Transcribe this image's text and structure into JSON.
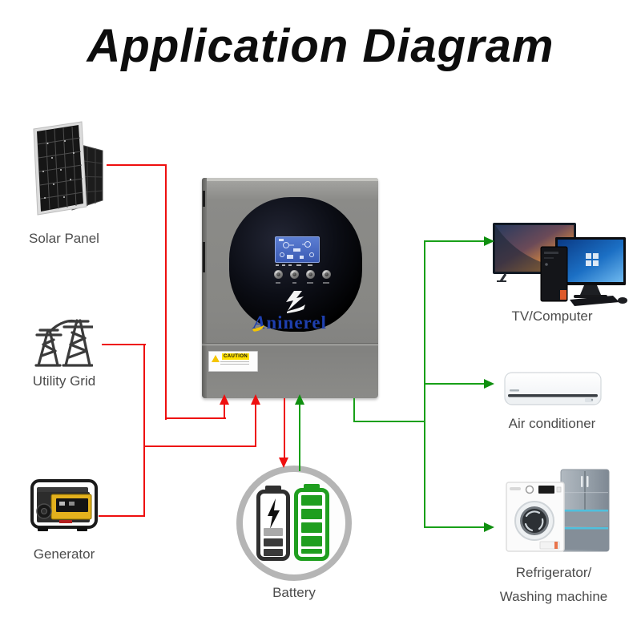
{
  "title": "Application Diagram",
  "sources": [
    {
      "id": "solar-panel",
      "label": "Solar Panel"
    },
    {
      "id": "utility-grid",
      "label": "Utility Grid"
    },
    {
      "id": "generator",
      "label": "Generator"
    }
  ],
  "inverter": {
    "brand_first_letter": "A",
    "brand_rest": "ninerel",
    "caution": "CAUTION"
  },
  "battery": {
    "label": "Battery"
  },
  "loads": [
    {
      "id": "tv-computer",
      "label": "TV/Computer"
    },
    {
      "id": "air-conditioner",
      "label": "Air conditioner"
    },
    {
      "id": "refrigerator-washing-machine",
      "label": "Refrigerator/",
      "label2": "Washing machine"
    }
  ],
  "colors": {
    "input_line_red": "#ee0f0f",
    "output_line_green": "#18a018",
    "arrow_green_dark": "#0f8f0f",
    "brand_blue": "#1e3fae",
    "brand_swoosh_yellow": "#f2c400",
    "label_text": "#4c4c4c",
    "inverter_gray": "#8a8a87",
    "battery_ring_gray": "#b5b5b5",
    "battery_green": "#1f9e1f"
  }
}
